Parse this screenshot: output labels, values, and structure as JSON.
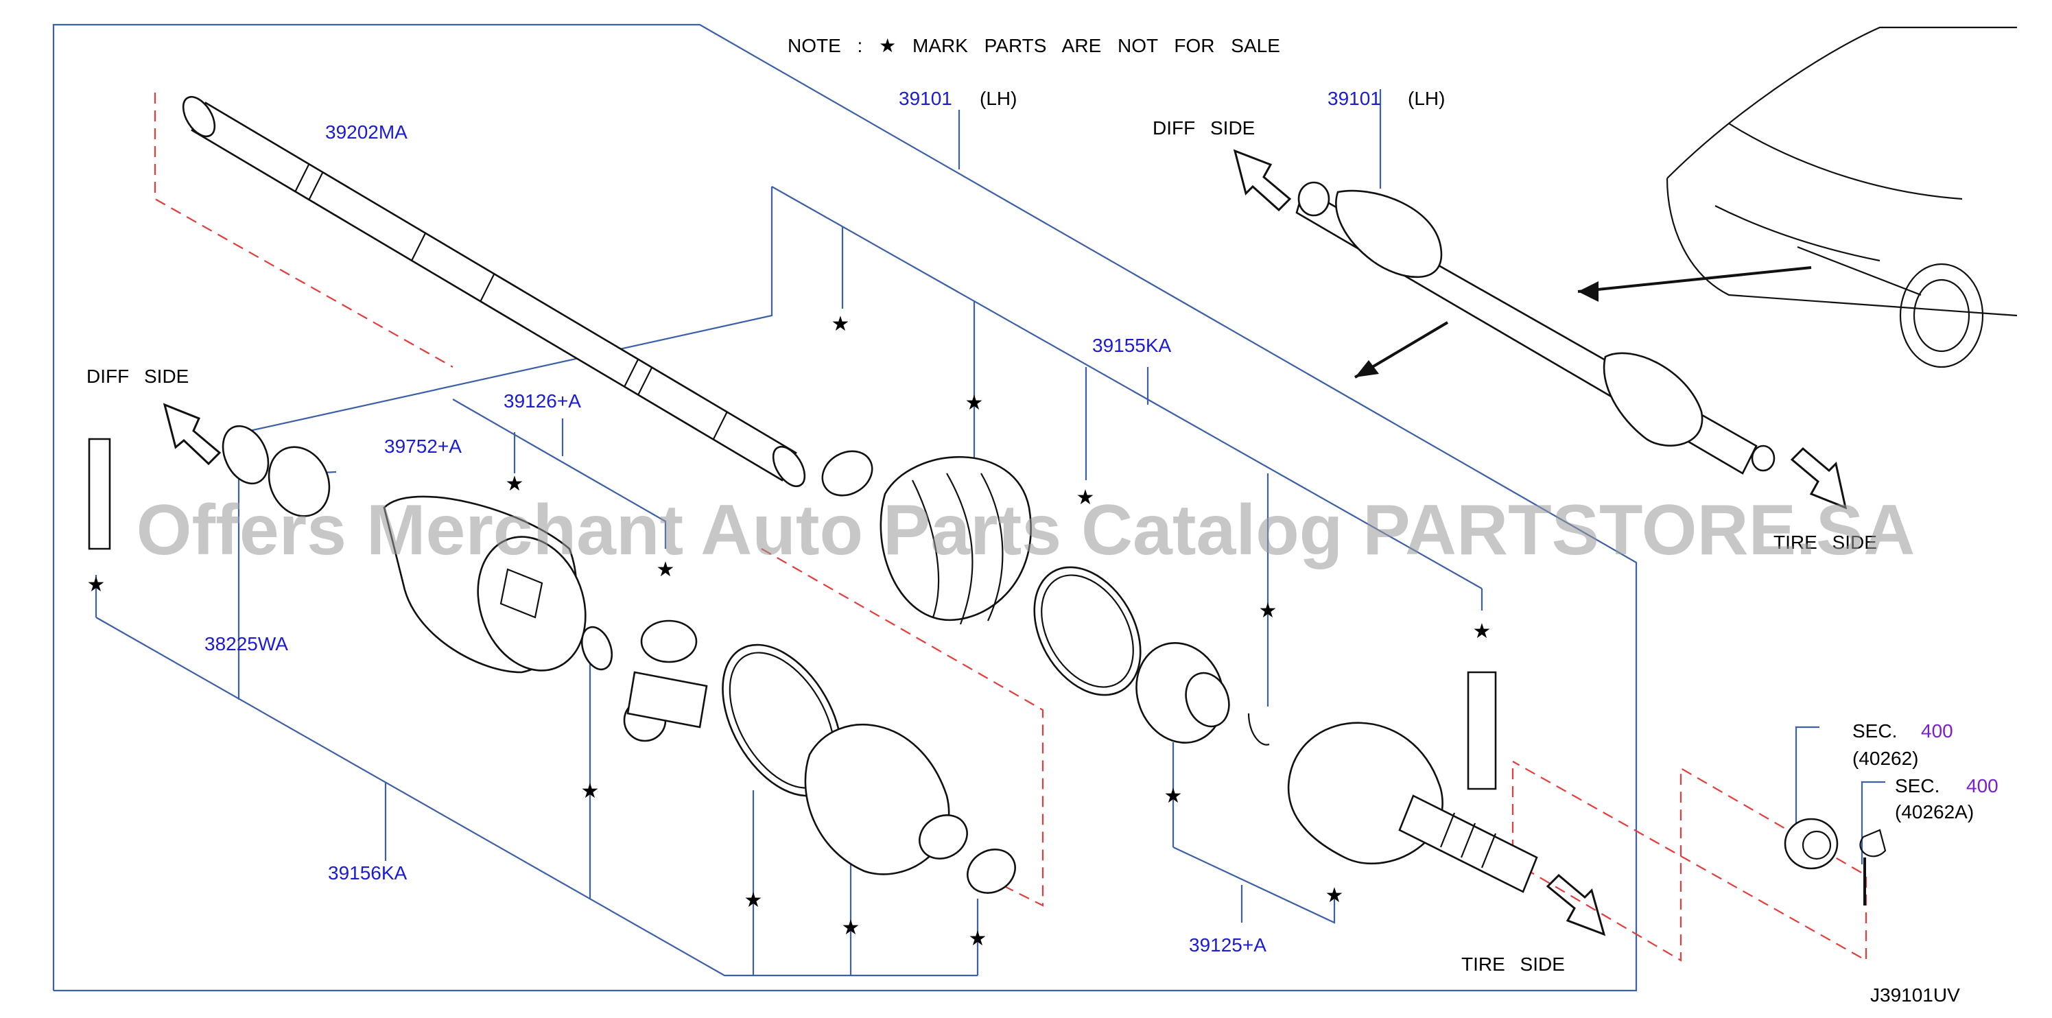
{
  "note": "NOTE : ★ MARK PARTS ARE NOT FOR SALE",
  "figure_code": "J39101UV",
  "watermark": "Offers Merchant Auto Parts Catalog PARTSTORE.SA",
  "side_labels": {
    "diff_side_left": "DIFF SIDE",
    "diff_side_inset": "DIFF SIDE",
    "tire_side_bottom": "TIRE SIDE",
    "tire_side_inset": "TIRE SIDE"
  },
  "side_suffix": "(LH)",
  "star": "★",
  "parts": {
    "p39101_main": "39101",
    "p39101_inset": "39101",
    "p39202MA": "39202MA",
    "p39155KA": "39155KA",
    "p39126A": "39126+A",
    "p39752A": "39752+A",
    "p38225WA": "38225WA",
    "p39156KA": "39156KA",
    "p39125A": "39125+A"
  },
  "sections": {
    "sec1": {
      "prefix": "SEC.",
      "num": "400",
      "sub": "(40262)"
    },
    "sec2": {
      "prefix": "SEC.",
      "num": "400",
      "sub": "(40262A)"
    }
  },
  "colors": {
    "part_link": "#1b1bd6",
    "section_link": "#7a1fd0",
    "leader_line": "#3b5fa8",
    "dashed_line": "#e63b3b"
  }
}
